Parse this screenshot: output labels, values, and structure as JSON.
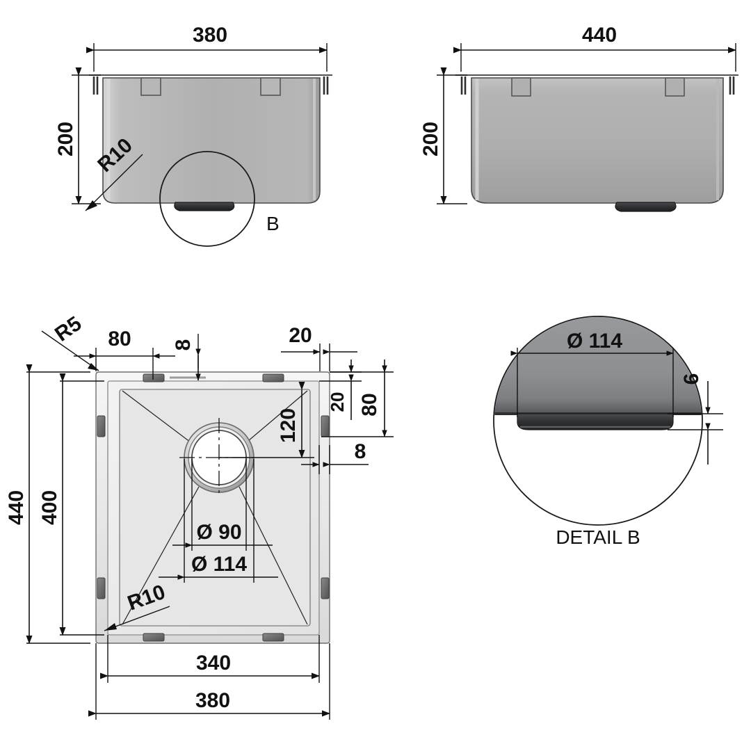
{
  "drawing": {
    "type": "mechanical-engineering-drawing",
    "subject": "undermount kitchen sink bowl",
    "units": "mm"
  },
  "views": {
    "front_elevation": {
      "name": "front-elevation-view",
      "dims": {
        "width": "380",
        "height": "200",
        "corner_radius": "R10"
      },
      "detail_callout": "B"
    },
    "side_elevation": {
      "name": "side-elevation-view",
      "dims": {
        "width": "440",
        "height": "200"
      }
    },
    "plan": {
      "name": "plan-top-view",
      "dims": {
        "overall_height": "440",
        "inner_height": "400",
        "overall_width": "380",
        "inner_width": "340",
        "top_offset": "80",
        "rim_thickness_top": "8",
        "right_offset_20": "20",
        "right_offset_20b": "20",
        "right_offset_80": "80",
        "rim_thickness_right": "8",
        "drain_offset_120": "120",
        "drain_bore": "Ø 90",
        "drain_boss": "Ø 114",
        "corner_radius_outer": "R5",
        "corner_radius_inner": "R10"
      }
    },
    "detail_b": {
      "name": "detail-b-view",
      "title": "DETAIL B",
      "dims": {
        "boss_diameter": "Ø 114",
        "boss_height": "6"
      }
    }
  },
  "colors": {
    "body_elevation": "#adadad",
    "body_plan": "#ededed",
    "line": "#111111",
    "detail_body": "#8f9194"
  }
}
